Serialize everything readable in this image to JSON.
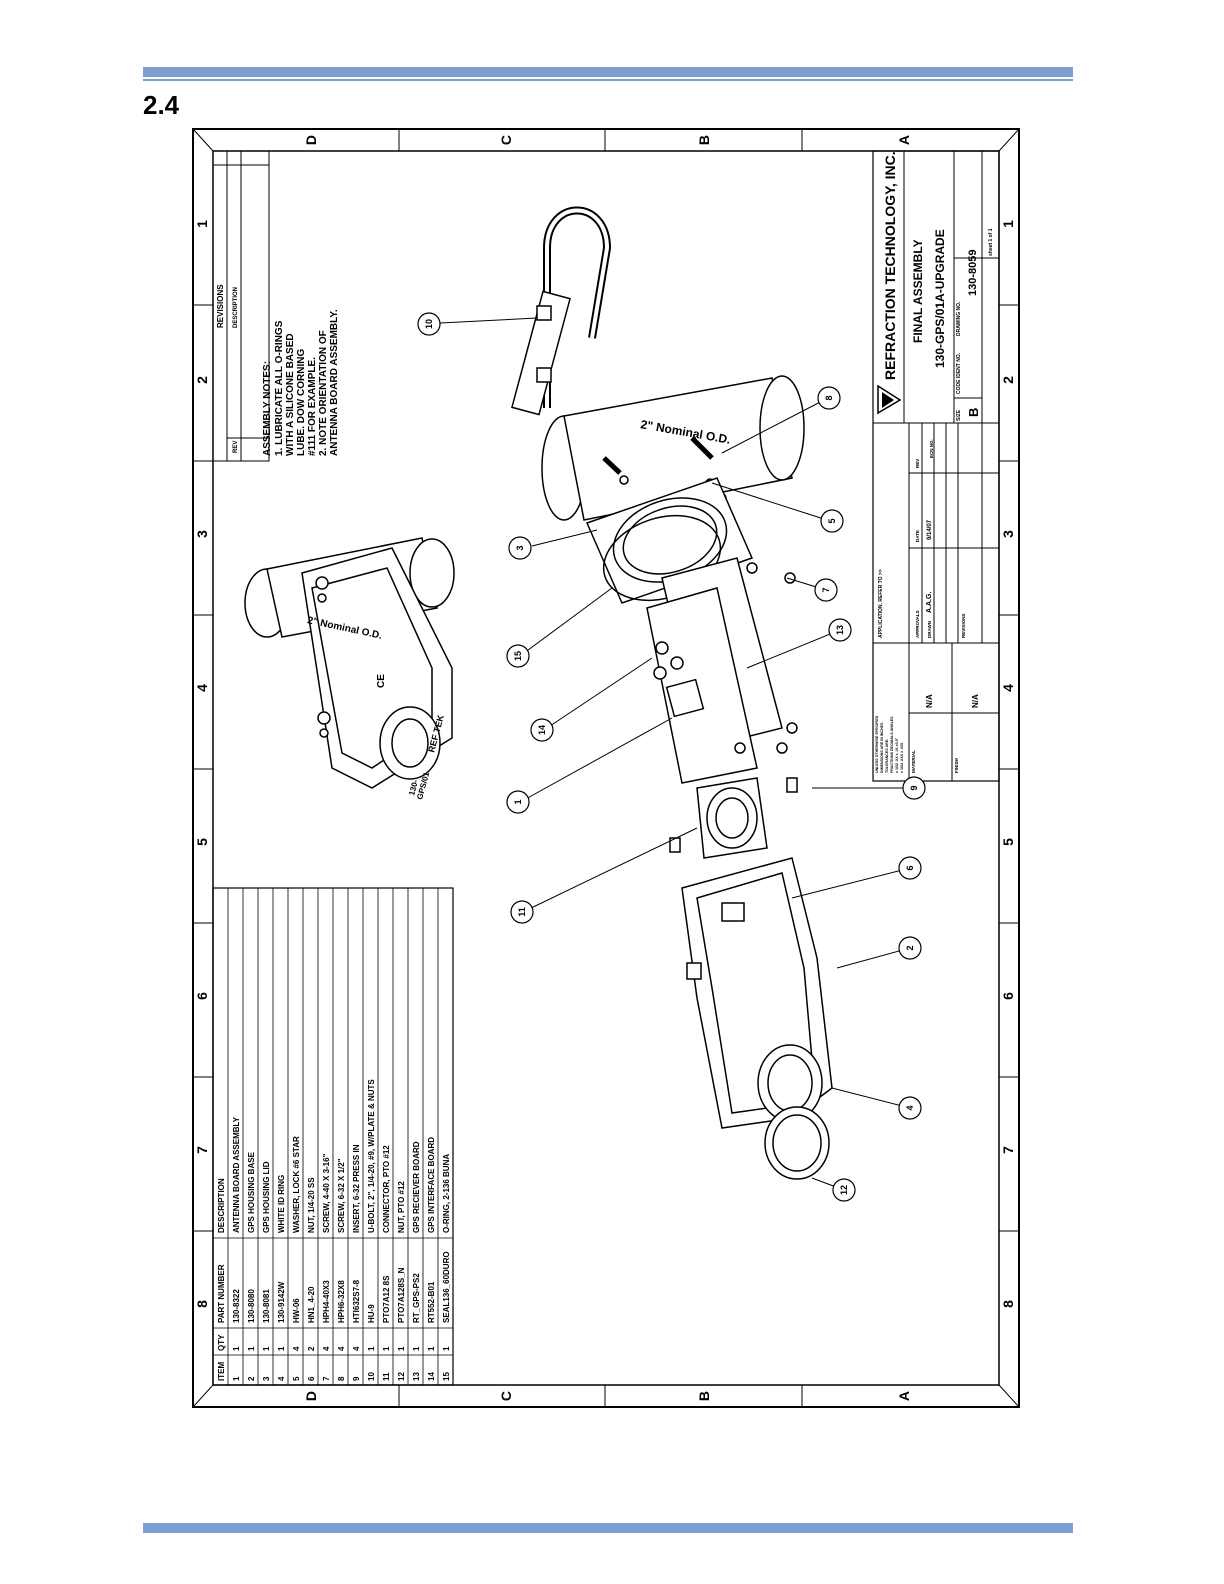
{
  "section": {
    "number": "2.4"
  },
  "drawing": {
    "zone_letters": [
      "D",
      "C",
      "B",
      "A"
    ],
    "zone_numbers": [
      "1",
      "2",
      "3",
      "4",
      "5",
      "6",
      "7",
      "8"
    ],
    "revisions": {
      "title": "REVISIONS",
      "rev_col": "REV",
      "desc_col": "DESCRIPTION"
    },
    "notes": [
      "ASSEMBLY NOTES:",
      "1. LUBRICATE ALL O-RINGS",
      "    WITH A SILICONE BASED",
      "    LUBE. DOW CORNING",
      "    #111 FOR EXAMPLE.",
      "2. NOTE ORIENTATION OF",
      "    ANTENNA BOARD ASSEMBLY."
    ],
    "pipe_label": "2\" Nominal  O.D.",
    "inset_pipe_label": "2\" Nominal  O.D.",
    "inset_text": [
      "REF TEK",
      "130-",
      "GPS/01"
    ],
    "balloons": [
      "1",
      "2",
      "3",
      "4",
      "5",
      "6",
      "7",
      "8",
      "9",
      "10",
      "11",
      "12",
      "13",
      "14",
      "15"
    ],
    "title_block": {
      "company": "REFRACTION TECHNOLOGY, INC.",
      "title": "FINAL ASSEMBLY",
      "subtitle": "130-GPS/01A-UPGRADE",
      "size_label": "SIZE",
      "size": "B",
      "code_ident_label": "CODE IDENT NO.",
      "drawing_no_label": "DRAWING NO.",
      "drawing_no": "130-8059",
      "sheet": "sheet 1 of 1",
      "application_label": "APPLICATION, REFER TO >>",
      "approvals_label": "APPROVALS",
      "date_label": "DATE",
      "drawn_label": "DRAWN",
      "drawn_by": "A.A.G.",
      "drawn_date": "9/14/07",
      "rev_label": "REV",
      "ecn_label": "ECN NO.",
      "revisions_label": "REVISIONS",
      "tolerance_lines": [
        "UNLESS OTHERWISE SPECIFIED",
        "DIMENSIONS ARE IN INCHES",
        "TOLERANCES ARE:",
        "FRACTIONS   DECIMALS   ANGLES",
        "± 1/32      .XX ± .01     ±0.5°",
        "± 1/64      .XXX ± .005"
      ],
      "material_label": "MATERIAL",
      "material": "N/A",
      "finish_label": "FINISH",
      "finish": "N/A"
    },
    "bom": {
      "headers": [
        "ITEM",
        "QTY",
        "PART NUMBER",
        "DESCRIPTION"
      ],
      "rows": [
        [
          "1",
          "1",
          "130-8322",
          "ANTENNA BOARD ASSEMBLY"
        ],
        [
          "2",
          "1",
          "130-8080",
          "GPS HOUSING BASE"
        ],
        [
          "3",
          "1",
          "130-8081",
          "GPS HOUSING LID"
        ],
        [
          "4",
          "1",
          "130-9142W",
          "WHITE ID RING"
        ],
        [
          "5",
          "4",
          "HW-06",
          "WASHER, LOCK #6 STAR"
        ],
        [
          "6",
          "2",
          "HN1_4-20",
          "NUT, 1/4-20 SS"
        ],
        [
          "7",
          "4",
          "HPH4-40X3",
          "SCREW, 4-40 X 3-16\""
        ],
        [
          "8",
          "4",
          "HPH6-32X8",
          "SCREW, 6-32 X 1/2\""
        ],
        [
          "9",
          "4",
          "HTI632S7-8",
          "INSERT, 6-32 PRESS IN"
        ],
        [
          "10",
          "1",
          "HU-9",
          "U-BOLT, 2\", 1/4-20, #9, W/PLATE & NUTS"
        ],
        [
          "11",
          "1",
          "PTO7A12 8S",
          "CONNECTOR, PTO #12"
        ],
        [
          "12",
          "1",
          "PTO7A128S_N",
          "NUT, PTO #12"
        ],
        [
          "13",
          "1",
          "RT_GPS-PS2",
          "GPS RECIEVER BOARD"
        ],
        [
          "14",
          "1",
          "RT552-B01",
          "GPS INTERFACE BOARD"
        ],
        [
          "15",
          "1",
          "SEAL136_60DURO",
          "O-RING, 2-136 BUNA"
        ]
      ]
    }
  }
}
